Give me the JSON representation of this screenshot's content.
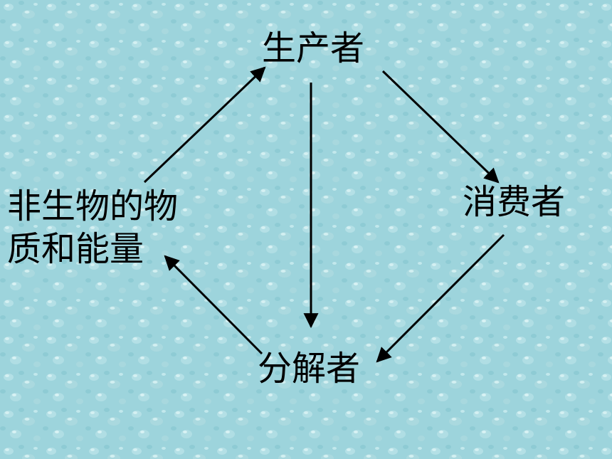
{
  "nodes": {
    "producer": "生产者",
    "consumer": "消费者",
    "decomposer": "分解者",
    "abiotic": {
      "line1": "非生物的物",
      "line2": "质和能量"
    }
  },
  "colors": {
    "background": "#9dd4dc",
    "droplet_light": "#c6eaee",
    "droplet_dark": "#7cc0cb",
    "arrow": "#000000",
    "text": "#000000"
  },
  "edges": [
    {
      "from": "abiotic",
      "to": "producer"
    },
    {
      "from": "producer",
      "to": "consumer"
    },
    {
      "from": "producer",
      "to": "decomposer"
    },
    {
      "from": "consumer",
      "to": "decomposer"
    },
    {
      "from": "decomposer",
      "to": "abiotic"
    }
  ]
}
